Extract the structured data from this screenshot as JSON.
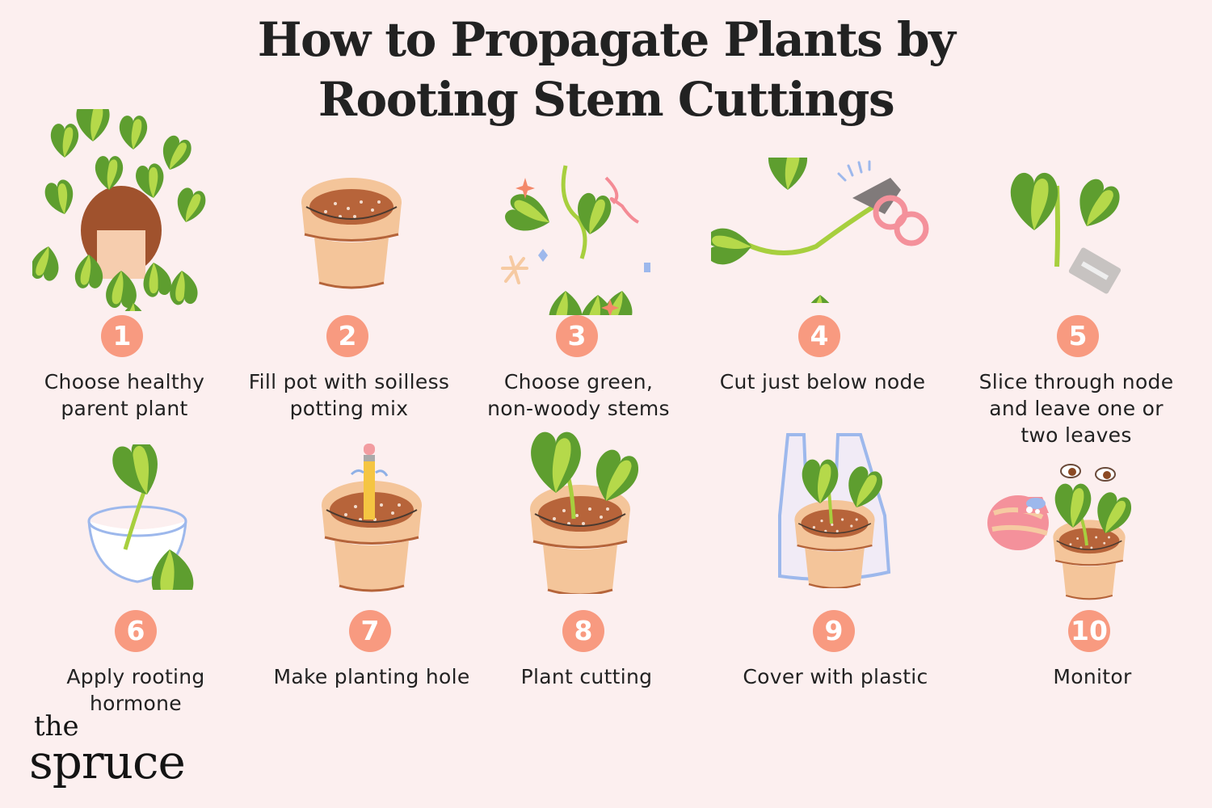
{
  "title": {
    "line1": "How to Propagate Plants by",
    "line2": "Rooting Stem Cuttings"
  },
  "colors": {
    "background": "#fcefef",
    "badge": "#f89a80",
    "badge_text": "#ffffff",
    "text": "#222222",
    "leaf_dark": "#5e9e2f",
    "leaf_light": "#b5d94a",
    "pot": "#f4c59a",
    "soil": "#b7643a"
  },
  "steps": [
    {
      "number": "1",
      "label_line1": "Choose healthy",
      "label_line2": "parent plant",
      "label_line3": "",
      "icon": "hanging-pothos-plant-icon"
    },
    {
      "number": "2",
      "label_line1": "Fill pot with soilless",
      "label_line2": "potting mix",
      "label_line3": "",
      "icon": "pot-with-soil-icon"
    },
    {
      "number": "3",
      "label_line1": "Choose green,",
      "label_line2": "non-woody stems",
      "label_line3": "",
      "icon": "green-stems-icon"
    },
    {
      "number": "4",
      "label_line1": "Cut just below node",
      "label_line2": "",
      "label_line3": "",
      "icon": "scissors-cutting-stem-icon"
    },
    {
      "number": "5",
      "label_line1": "Slice through node",
      "label_line2": "and leave one or",
      "label_line3": "two leaves",
      "icon": "razor-blade-cutting-icon"
    },
    {
      "number": "6",
      "label_line1": "Apply rooting",
      "label_line2": "hormone",
      "label_line3": "",
      "icon": "rooting-hormone-bowl-icon"
    },
    {
      "number": "7",
      "label_line1": "Make planting hole",
      "label_line2": "",
      "label_line3": "",
      "icon": "pencil-in-pot-icon"
    },
    {
      "number": "8",
      "label_line1": "Plant cutting",
      "label_line2": "",
      "label_line3": "",
      "icon": "cutting-in-pot-icon"
    },
    {
      "number": "9",
      "label_line1": "Cover with plastic",
      "label_line2": "",
      "label_line3": "",
      "icon": "plastic-bag-over-pot-icon"
    },
    {
      "number": "10",
      "label_line1": "Monitor",
      "label_line2": "",
      "label_line3": "",
      "icon": "watering-jug-and-eyes-icon"
    }
  ],
  "logo": {
    "line1": "the",
    "line2": "spruce"
  }
}
